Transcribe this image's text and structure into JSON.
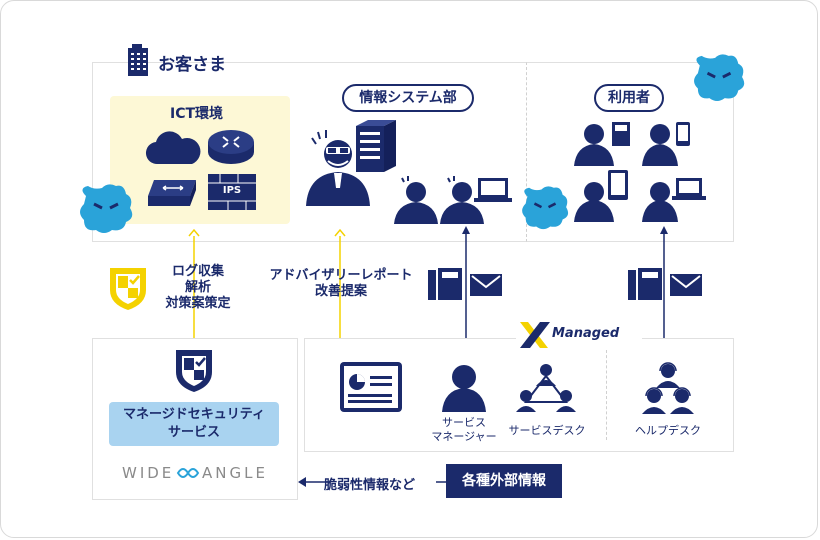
{
  "customer": {
    "title": "お客さま"
  },
  "ict": {
    "title": "ICT環境",
    "ips_label": "IPS"
  },
  "it_dept": {
    "title": "情報システム部"
  },
  "users": {
    "title": "利用者"
  },
  "left_caption": {
    "line1": "ログ収集",
    "line2": "解析",
    "line3": "対策案策定"
  },
  "mid_caption": {
    "line1": "アドバイザリーレポート",
    "line2": "改善提案"
  },
  "managed": {
    "logo_text": "Managed"
  },
  "service_manager": {
    "line1": "サービス",
    "line2": "マネージャー"
  },
  "service_desk": {
    "label": "サービスデスク"
  },
  "help_desk": {
    "label": "ヘルプデスク"
  },
  "mss": {
    "line1": "マネージドセキュリティ",
    "line2": "サービス"
  },
  "wideangle": {
    "left": "WIDE",
    "right": "ANGLE"
  },
  "vuln": {
    "label": "脆弱性情報など"
  },
  "external": {
    "label": "各種外部情報"
  },
  "colors": {
    "navy": "#1b2a6b",
    "sky": "#2aa3d9",
    "yellow": "#f4d200",
    "cream": "#fdf8d6",
    "light_blue": "#a9d3f0"
  }
}
